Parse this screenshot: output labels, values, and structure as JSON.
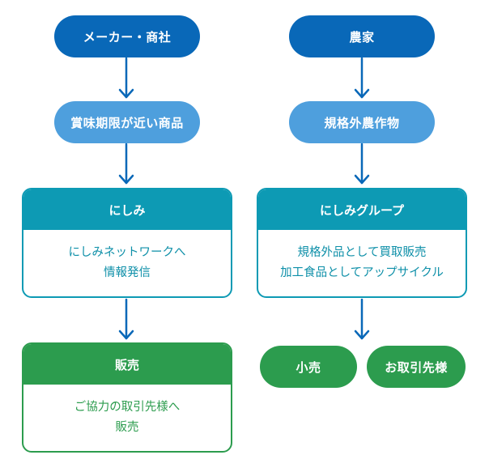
{
  "left": {
    "top": "メーカー・商社",
    "second": "賞味期限が近い商品",
    "nishimi": {
      "title": "にしみ",
      "line1": "にしみネットワークへ",
      "line2": "情報発信"
    },
    "sales": {
      "title": "販売",
      "line1": "ご協力の取引先様へ",
      "line2": "販売"
    }
  },
  "right": {
    "top": "農家",
    "second": "規格外農作物",
    "group": {
      "title": "にしみグループ",
      "line1": "規格外品として買取販売",
      "line2": "加工食品としてアップサイクル"
    },
    "retail": "小売",
    "partners": "お取引先様"
  },
  "colors": {
    "dark_blue": "#0968b8",
    "light_blue": "#4e9fdd",
    "teal": "#0d9ab4",
    "green": "#2c9c4e",
    "arrow": "#0968b8"
  }
}
